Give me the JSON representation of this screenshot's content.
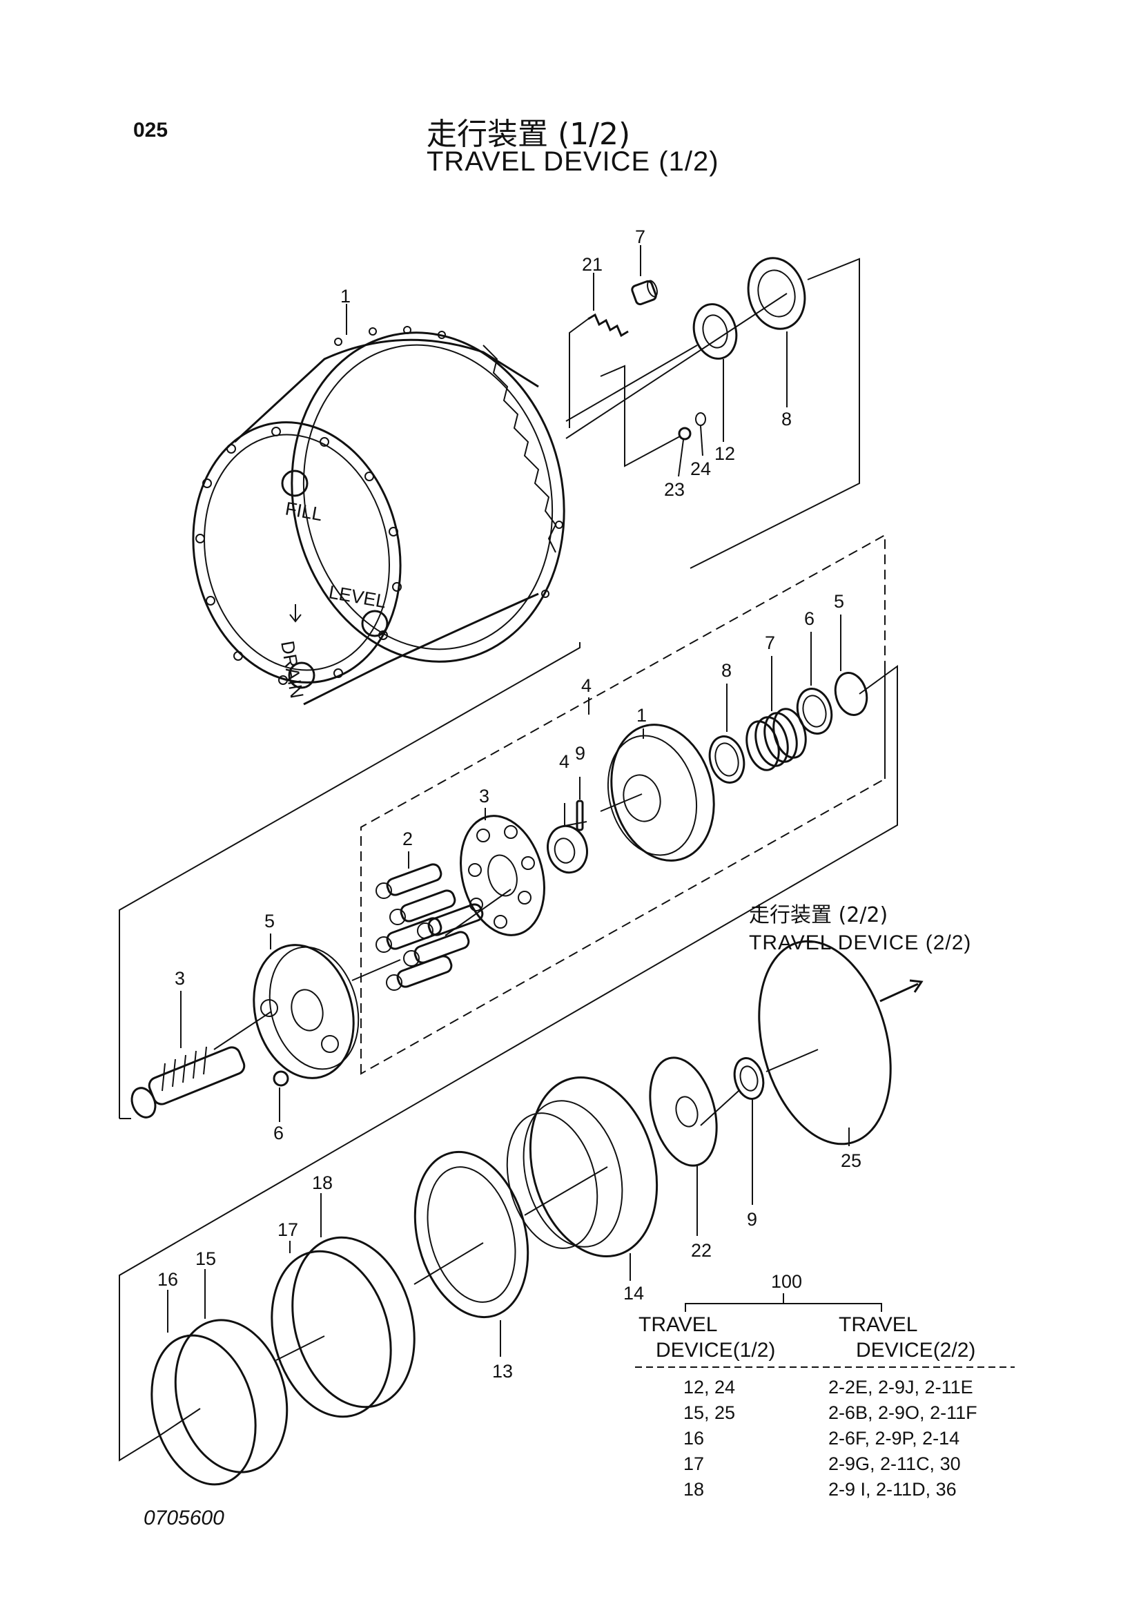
{
  "header": {
    "page_number": "025",
    "title_jp": "走行装置 (1/2)",
    "title_en": "TRAVEL DEVICE (1/2)"
  },
  "cross_reference": {
    "title_jp": "走行装置 (2/2)",
    "title_en": "TRAVEL DEVICE (2/2)"
  },
  "callouts": {
    "c1": "1",
    "c7a": "7",
    "c21": "21",
    "c8a": "8",
    "c12": "12",
    "c23": "23",
    "c24": "24",
    "c4a": "4",
    "c4b": "4",
    "c9a": "9",
    "c1b": "1",
    "c8b": "8",
    "c7b": "7",
    "c6a": "6",
    "c5a": "5",
    "c3a": "3",
    "c2": "2",
    "c5b": "5",
    "c3b": "3",
    "c6b": "6",
    "c25": "25",
    "c9b": "9",
    "c22": "22",
    "c14": "14",
    "c13": "13",
    "c18": "18",
    "c17": "17",
    "c15": "15",
    "c16": "16",
    "c100": "100"
  },
  "fill_label": "FILL",
  "level_label": "LEVEL",
  "drain_label": "DRAIN",
  "table": {
    "col1_header_line1": "TRAVEL",
    "col1_header_line2": "DEVICE(1/2)",
    "col2_header_line1": "TRAVEL",
    "col2_header_line2": "DEVICE(2/2)",
    "rows": [
      {
        "part": "12, 24",
        "ref": "2-2E,   2-9J,     2-11E"
      },
      {
        "part": "15, 25",
        "ref": "2-6B,   2-9O,     2-11F"
      },
      {
        "part": "16",
        "ref": "2-6F,   2-9P,     2-14"
      },
      {
        "part": "17",
        "ref": "2-9G,   2-11C,   30"
      },
      {
        "part": "18",
        "ref": "2-9 I,   2-11D,   36"
      }
    ]
  },
  "drawing_number": "0705600"
}
